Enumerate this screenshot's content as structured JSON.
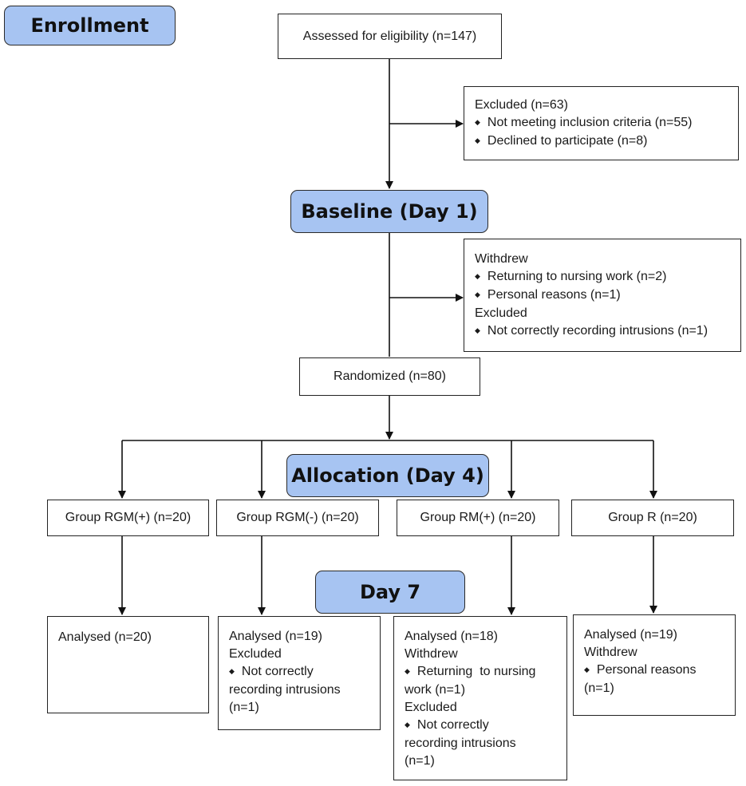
{
  "stages": {
    "enrollment": "Enrollment",
    "baseline": "Baseline (Day 1)",
    "allocation": "Allocation (Day 4)",
    "day7": "Day 7"
  },
  "assessed": "Assessed for eligibility (n=147)",
  "excluded1": {
    "title": "Excluded (n=63)",
    "items": [
      "Not meeting inclusion criteria (n=55)",
      "Declined to participate (n=8)"
    ]
  },
  "baseline_dropout": {
    "withdrew": "Withdrew",
    "withdrew_items": [
      "Returning to nursing work (n=2)",
      "Personal reasons (n=1)"
    ],
    "excluded": "Excluded",
    "excluded_items": [
      "Not correctly recording intrusions (n=1)"
    ]
  },
  "randomized": "Randomized (n=80)",
  "groups": [
    "Group RGM(+) (n=20)",
    "Group RGM(-) (n=20)",
    "Group RM(+) (n=20)",
    "Group R (n=20)"
  ],
  "outcomes": {
    "g1": {
      "analysed": "Analysed (n=20)"
    },
    "g2": {
      "analysed": "Analysed (n=19)",
      "excluded": "Excluded",
      "excluded_item_a": "Not correctly",
      "excluded_item_b": "recording intrusions",
      "excluded_item_c": "(n=1)"
    },
    "g3": {
      "analysed": "Analysed (n=18)",
      "withdrew": "Withdrew",
      "withdrew_item_a": "Returning  to nursing",
      "withdrew_item_b": "work (n=1)",
      "excluded": "Excluded",
      "excluded_item_a": "Not correctly",
      "excluded_item_b": "recording intrusions",
      "excluded_item_c": "(n=1)"
    },
    "g4": {
      "analysed": "Analysed (n=19)",
      "withdrew": "Withdrew",
      "withdrew_item_a": "Personal reasons",
      "withdrew_item_b": "(n=1)"
    }
  },
  "colors": {
    "stage_fill": "#a7c4f2",
    "line": "#111111"
  }
}
